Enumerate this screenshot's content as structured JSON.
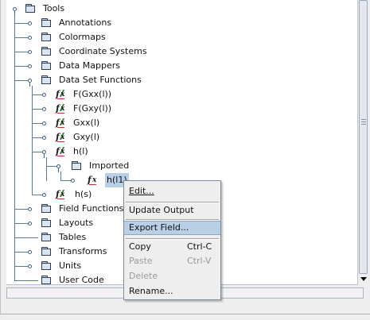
{
  "tree": {
    "root": "Tools",
    "items": [
      {
        "label": "Annotations",
        "type": "folder"
      },
      {
        "label": "Colormaps",
        "type": "folder"
      },
      {
        "label": "Coordinate Systems",
        "type": "folder"
      },
      {
        "label": "Data Mappers",
        "type": "folder"
      },
      {
        "label": "Data Set Functions",
        "type": "folder"
      },
      {
        "label": "F(Gxx(l))",
        "type": "function"
      },
      {
        "label": "F(Gxy(l))",
        "type": "function"
      },
      {
        "label": "Gxx(l)",
        "type": "function"
      },
      {
        "label": "Gxy(l)",
        "type": "function"
      },
      {
        "label": "h(l)",
        "type": "function"
      },
      {
        "label": "Imported",
        "type": "folder"
      },
      {
        "label": "h(l1)",
        "type": "function-selected"
      },
      {
        "label": "h(s)",
        "type": "function"
      },
      {
        "label": "Field Functions",
        "type": "folder"
      },
      {
        "label": "Layouts",
        "type": "folder"
      },
      {
        "label": "Tables",
        "type": "folder"
      },
      {
        "label": "Transforms",
        "type": "folder"
      },
      {
        "label": "Units",
        "type": "folder"
      },
      {
        "label": "User Code",
        "type": "folder"
      }
    ]
  },
  "context_menu": {
    "edit": "Edit...",
    "update_output": "Update Output",
    "export_field": "Export Field...",
    "copy": "Copy",
    "copy_shortcut": "Ctrl-C",
    "paste": "Paste",
    "paste_shortcut": "Ctrl-V",
    "delete": "Delete",
    "rename": "Rename..."
  },
  "colors": {
    "selection": "#b8cfe5",
    "tree_line": "#5a7aa0",
    "disabled_text": "#9a9a9a"
  }
}
